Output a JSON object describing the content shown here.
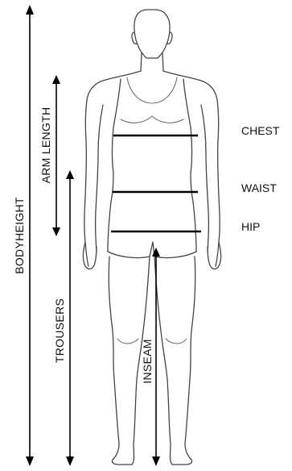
{
  "labels": {
    "chest": "CHEST",
    "waist": "WAIST",
    "hip": "HIP",
    "body_height": "BODYHEIGHT",
    "arm_length": "ARM LENGTH",
    "trousers": "TROUSERS",
    "inseam": "INSEAM"
  },
  "colors": {
    "line": "#000000",
    "outline": "#444444",
    "background": "#ffffff"
  }
}
